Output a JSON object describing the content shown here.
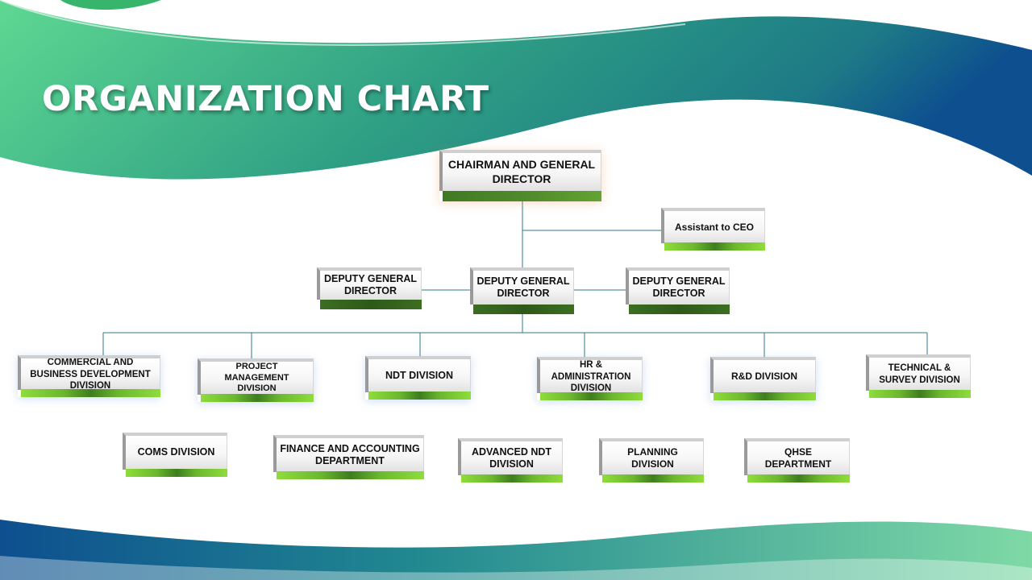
{
  "title": "ORGANIZATION CHART",
  "colors": {
    "line": "#2e7d86",
    "wave_green": "#4fc98a",
    "wave_teal": "#1f7f86",
    "wave_blue": "#0d4f8f",
    "bar_green": "#8fdc3c",
    "bar_dark": "#2e5a19"
  },
  "chart": {
    "top": {
      "label": "CHAIRMAN AND GENERAL DIRECTOR"
    },
    "assistant": {
      "label": "Assistant to CEO"
    },
    "deputies": [
      {
        "label": "DEPUTY GENERAL DIRECTOR"
      },
      {
        "label": "DEPUTY GENERAL DIRECTOR"
      },
      {
        "label": "DEPUTY GENERAL DIRECTOR"
      }
    ],
    "divisions_row1": [
      {
        "label": "COMMERCIAL AND BUSINESS DEVELOPMENT DIVISION"
      },
      {
        "label": "PROJECT MANAGEMENT DIVISION"
      },
      {
        "label": "NDT DIVISION"
      },
      {
        "label": "HR & ADMINISTRATION DIVISION"
      },
      {
        "label": "R&D DIVISION"
      },
      {
        "label": "TECHNICAL & SURVEY DIVISION"
      }
    ],
    "divisions_row2": [
      {
        "label": "COMS DIVISION"
      },
      {
        "label": "FINANCE AND ACCOUNTING DEPARTMENT"
      },
      {
        "label": "ADVANCED NDT DIVISION"
      },
      {
        "label": "PLANNING DIVISION"
      },
      {
        "label": "QHSE DEPARTMENT"
      }
    ]
  }
}
